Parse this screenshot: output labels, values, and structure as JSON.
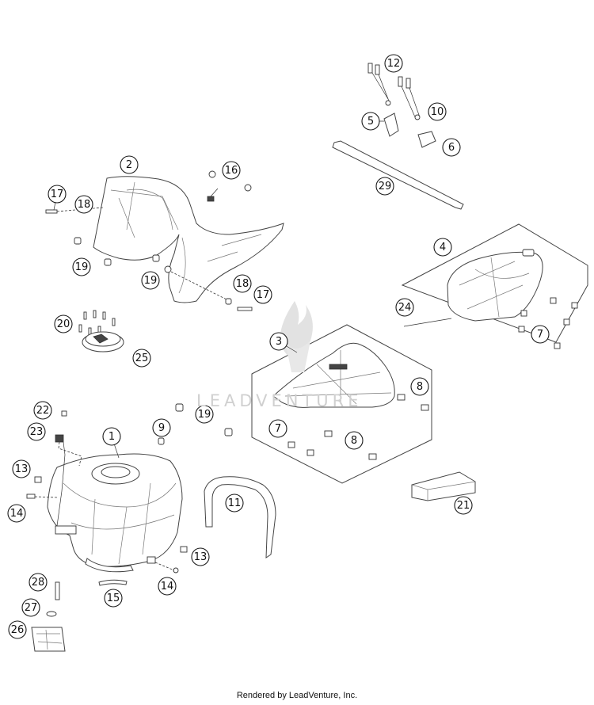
{
  "watermark": {
    "text": "LEADVENTURE",
    "logo": "flame-logo-icon"
  },
  "footer": {
    "text": "Rendered by LeadVenture, Inc."
  },
  "callouts": [
    {
      "id": "c12",
      "label": "12"
    },
    {
      "id": "c10",
      "label": "10"
    },
    {
      "id": "c5",
      "label": "5"
    },
    {
      "id": "c6",
      "label": "6"
    },
    {
      "id": "c29",
      "label": "29"
    },
    {
      "id": "c2",
      "label": "2"
    },
    {
      "id": "c16",
      "label": "16"
    },
    {
      "id": "c17a",
      "label": "17"
    },
    {
      "id": "c18a",
      "label": "18"
    },
    {
      "id": "c19a",
      "label": "19"
    },
    {
      "id": "c19b",
      "label": "19"
    },
    {
      "id": "c18b",
      "label": "18"
    },
    {
      "id": "c17b",
      "label": "17"
    },
    {
      "id": "c4",
      "label": "4"
    },
    {
      "id": "c24",
      "label": "24"
    },
    {
      "id": "c7a",
      "label": "7"
    },
    {
      "id": "c20",
      "label": "20"
    },
    {
      "id": "c25",
      "label": "25"
    },
    {
      "id": "c3",
      "label": "3"
    },
    {
      "id": "c8a",
      "label": "8"
    },
    {
      "id": "c22",
      "label": "22"
    },
    {
      "id": "c23",
      "label": "23"
    },
    {
      "id": "c1",
      "label": "1"
    },
    {
      "id": "c9",
      "label": "9"
    },
    {
      "id": "c19c",
      "label": "19"
    },
    {
      "id": "c7b",
      "label": "7"
    },
    {
      "id": "c8b",
      "label": "8"
    },
    {
      "id": "c13a",
      "label": "13"
    },
    {
      "id": "c14a",
      "label": "14"
    },
    {
      "id": "c11",
      "label": "11"
    },
    {
      "id": "c21",
      "label": "21"
    },
    {
      "id": "c13b",
      "label": "13"
    },
    {
      "id": "c14b",
      "label": "14"
    },
    {
      "id": "c28",
      "label": "28"
    },
    {
      "id": "c15",
      "label": "15"
    },
    {
      "id": "c27",
      "label": "27"
    },
    {
      "id": "c26",
      "label": "26"
    }
  ]
}
